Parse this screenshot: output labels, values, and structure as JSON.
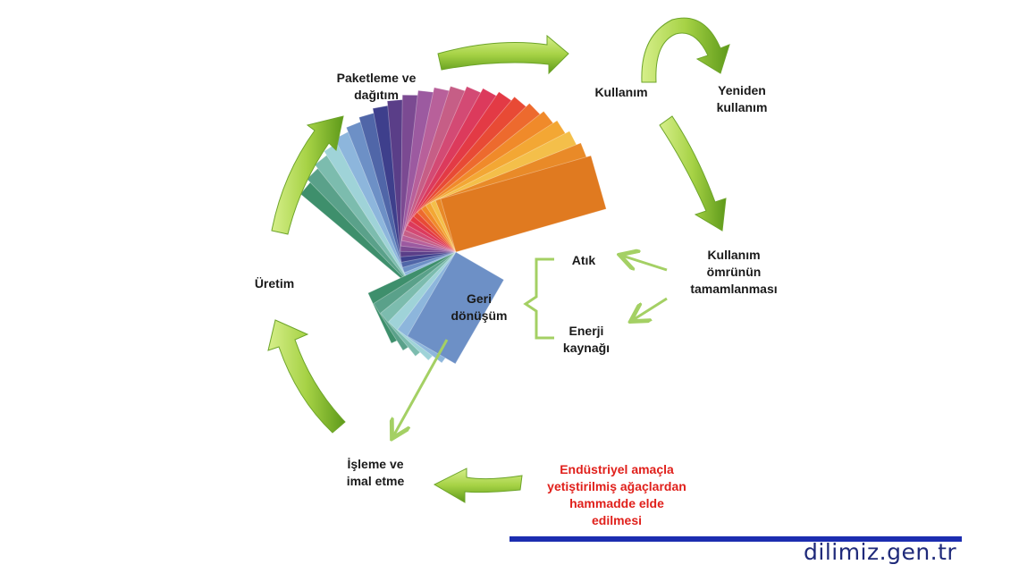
{
  "colors": {
    "arrow_light": "#b6dc5a",
    "arrow_dark": "#5e9a1a",
    "thin_arrow": "#a4d064",
    "label_text": "#1a1a1a",
    "highlight_text": "#e0201b",
    "brand_text": "#1f2a7a",
    "brand_bar": "#1c2db0"
  },
  "labels": {
    "paketleme": "Paketleme ve\ndağıtım",
    "kullanim": "Kullanım",
    "yeniden": "Yeniden\nkullanım",
    "omur": "Kullanım\nömrünün\ntamamlanması",
    "atik": "Atık",
    "enerji": "Enerji\nkaynağı",
    "geri": "Geri\ndönüşüm",
    "uretim": "Üretim",
    "isleme": "İşleme ve\nimal etme",
    "hammadde": "Endüstriyel amaçla\nyetiştirilmiş ağaçlardan\nhammadde elde\nedilmesi"
  },
  "central_image": {
    "icon": "color-swatch-fan",
    "swatch_colors": [
      "#3e8f6c",
      "#5aa18a",
      "#7cbcae",
      "#9fd3d8",
      "#8db6dc",
      "#6d90c6",
      "#5066a8",
      "#3e3f8c",
      "#5a3e88",
      "#7b4a92",
      "#9c5aa0",
      "#b8609a",
      "#c65e86",
      "#d34a74",
      "#dc3a5c",
      "#e33a45",
      "#e84a35",
      "#ed6a2e",
      "#f08a2a",
      "#f3a734",
      "#f4bf4a",
      "#e98a28",
      "#e07a20"
    ]
  },
  "brand": {
    "text": "dilimiz.gen.tr"
  }
}
